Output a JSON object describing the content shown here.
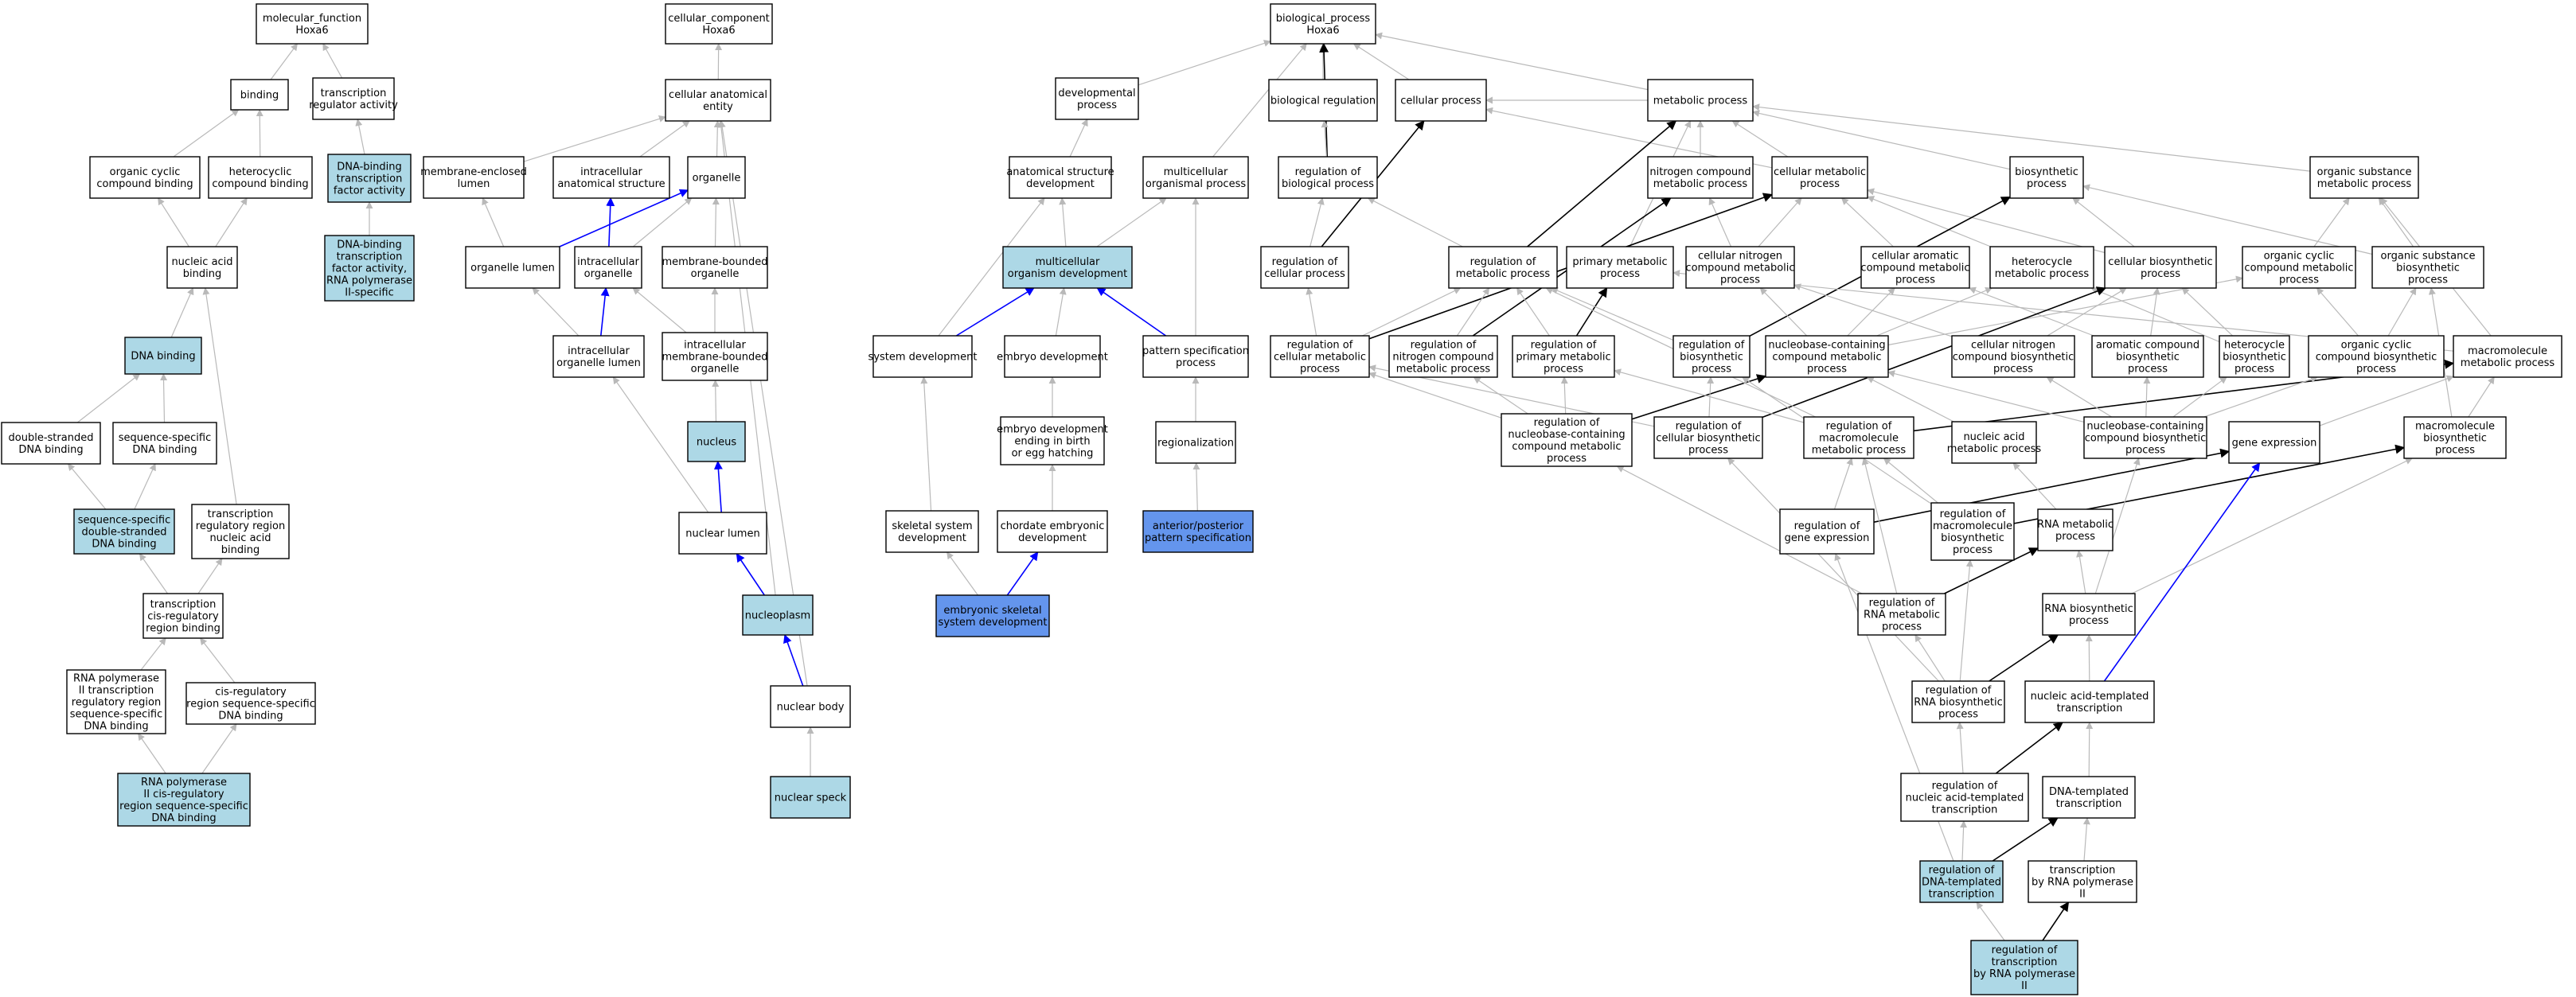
{
  "colors": {
    "plain": "#ffffff",
    "light": "#add8e6",
    "dark": "#6495ed",
    "edge_gray": "#b9b9b9",
    "edge_blue": "#0000ff",
    "edge_black": "#000000"
  },
  "nodes": {
    "mf": {
      "label": [
        "molecular_function",
        "Hoxa6"
      ]
    },
    "binding": {
      "label": [
        "binding"
      ]
    },
    "tra": {
      "label": [
        "transcription",
        "regulator activity"
      ]
    },
    "occb": {
      "label": [
        "organic cyclic",
        "compound binding"
      ]
    },
    "hcb": {
      "label": [
        "heterocyclic",
        "compound binding"
      ]
    },
    "dbtfa": {
      "label": [
        "DNA-binding",
        "transcription",
        "factor activity"
      ],
      "fill": "light"
    },
    "nab": {
      "label": [
        "nucleic acid",
        "binding"
      ]
    },
    "dbtfa2": {
      "label": [
        "DNA-binding",
        "transcription",
        "factor activity,",
        "RNA polymerase",
        "II-specific"
      ],
      "fill": "light"
    },
    "dnab": {
      "label": [
        "DNA binding"
      ],
      "fill": "light"
    },
    "dsdb": {
      "label": [
        "double-stranded",
        "DNA binding"
      ]
    },
    "ssdb": {
      "label": [
        "sequence-specific",
        "DNA binding"
      ]
    },
    "ssdsdb": {
      "label": [
        "sequence-specific",
        "double-stranded",
        "DNA binding"
      ],
      "fill": "light"
    },
    "trrnab": {
      "label": [
        "transcription",
        "regulatory region",
        "nucleic acid",
        "binding"
      ]
    },
    "tcrrb": {
      "label": [
        "transcription",
        "cis-regulatory",
        "region binding"
      ]
    },
    "rp2trr": {
      "label": [
        "RNA polymerase",
        "II transcription",
        "regulatory region",
        "sequence-specific",
        "DNA binding"
      ]
    },
    "crrssdb": {
      "label": [
        "cis-regulatory",
        "region sequence-specific",
        "DNA binding"
      ]
    },
    "rp2cr": {
      "label": [
        "RNA polymerase",
        "II cis-regulatory",
        "region sequence-specific",
        "DNA binding"
      ],
      "fill": "light"
    },
    "cc": {
      "label": [
        "cellular_component",
        "Hoxa6"
      ]
    },
    "cae": {
      "label": [
        "cellular anatomical",
        "entity"
      ]
    },
    "mel": {
      "label": [
        "membrane-enclosed",
        "lumen"
      ]
    },
    "ias": {
      "label": [
        "intracellular",
        "anatomical structure"
      ]
    },
    "organelle": {
      "label": [
        "organelle"
      ]
    },
    "ol": {
      "label": [
        "organelle lumen"
      ]
    },
    "io": {
      "label": [
        "intracellular",
        "organelle"
      ]
    },
    "mbo": {
      "label": [
        "membrane-bounded",
        "organelle"
      ]
    },
    "iol": {
      "label": [
        "intracellular",
        "organelle lumen"
      ]
    },
    "imbo": {
      "label": [
        "intracellular",
        "membrane-bounded",
        "organelle"
      ]
    },
    "nucleus": {
      "label": [
        "nucleus"
      ],
      "fill": "light"
    },
    "nl": {
      "label": [
        "nuclear lumen"
      ]
    },
    "np": {
      "label": [
        "nucleoplasm"
      ],
      "fill": "light"
    },
    "nb": {
      "label": [
        "nuclear body"
      ]
    },
    "ns": {
      "label": [
        "nuclear speck"
      ],
      "fill": "light"
    },
    "bp": {
      "label": [
        "biological_process",
        "Hoxa6"
      ]
    },
    "devp": {
      "label": [
        "developmental",
        "process"
      ]
    },
    "asd": {
      "label": [
        "anatomical structure",
        "development"
      ]
    },
    "mop": {
      "label": [
        "multicellular",
        "organismal process"
      ]
    },
    "mod": {
      "label": [
        "multicellular",
        "organism development"
      ],
      "fill": "light"
    },
    "sd": {
      "label": [
        "system development"
      ]
    },
    "ed": {
      "label": [
        "embryo development"
      ]
    },
    "psp": {
      "label": [
        "pattern specification",
        "process"
      ]
    },
    "edebh": {
      "label": [
        "embryo development",
        "ending in birth",
        "or egg hatching"
      ]
    },
    "reg": {
      "label": [
        "regionalization"
      ]
    },
    "ssd": {
      "label": [
        "skeletal system",
        "development"
      ]
    },
    "ced": {
      "label": [
        "chordate embryonic",
        "development"
      ]
    },
    "app": {
      "label": [
        "anterior/posterior",
        "pattern specification"
      ],
      "fill": "dark"
    },
    "essd": {
      "label": [
        "embryonic skeletal",
        "system development"
      ],
      "fill": "dark"
    },
    "breg": {
      "label": [
        "biological regulation"
      ]
    },
    "rbp": {
      "label": [
        "regulation of",
        "biological process"
      ]
    },
    "cp": {
      "label": [
        "cellular process"
      ]
    },
    "rcp": {
      "label": [
        "regulation of",
        "cellular process"
      ]
    },
    "mp": {
      "label": [
        "metabolic process"
      ]
    },
    "ncmp": {
      "label": [
        "nitrogen compound",
        "metabolic process"
      ]
    },
    "cmp": {
      "label": [
        "cellular metabolic",
        "process"
      ]
    },
    "bsp": {
      "label": [
        "biosynthetic",
        "process"
      ]
    },
    "osmp": {
      "label": [
        "organic substance",
        "metabolic process"
      ]
    },
    "rmp": {
      "label": [
        "regulation of",
        "metabolic process"
      ]
    },
    "pmp": {
      "label": [
        "primary metabolic",
        "process"
      ]
    },
    "cncmp": {
      "label": [
        "cellular nitrogen",
        "compound metabolic",
        "process"
      ]
    },
    "acmp": {
      "label": [
        "cellular aromatic",
        "compound metabolic",
        "process"
      ]
    },
    "hmp": {
      "label": [
        "heterocycle",
        "metabolic process"
      ]
    },
    "cbp": {
      "label": [
        "cellular biosynthetic",
        "process"
      ]
    },
    "occmp": {
      "label": [
        "organic cyclic",
        "compound metabolic",
        "process"
      ]
    },
    "osbp": {
      "label": [
        "organic substance",
        "biosynthetic",
        "process"
      ]
    },
    "rcmp": {
      "label": [
        "regulation of",
        "cellular metabolic",
        "process"
      ]
    },
    "rncmp": {
      "label": [
        "regulation of",
        "nitrogen compound",
        "metabolic process"
      ]
    },
    "rpmp": {
      "label": [
        "regulation of",
        "primary metabolic",
        "process"
      ]
    },
    "rbsp": {
      "label": [
        "regulation of",
        "biosynthetic",
        "process"
      ]
    },
    "nbcmp": {
      "label": [
        "nucleobase-containing",
        "compound metabolic",
        "process"
      ]
    },
    "cncbp": {
      "label": [
        "cellular nitrogen",
        "compound biosynthetic",
        "process"
      ]
    },
    "acbp": {
      "label": [
        "aromatic compound",
        "biosynthetic",
        "process"
      ]
    },
    "hbp": {
      "label": [
        "heterocycle",
        "biosynthetic",
        "process"
      ]
    },
    "occbp": {
      "label": [
        "organic cyclic",
        "compound biosynthetic",
        "process"
      ]
    },
    "mmp": {
      "label": [
        "macromolecule",
        "metabolic process"
      ]
    },
    "rnbcmp": {
      "label": [
        "regulation of",
        "nucleobase-containing",
        "compound metabolic",
        "process"
      ]
    },
    "rcbp": {
      "label": [
        "regulation of",
        "cellular biosynthetic",
        "process"
      ]
    },
    "rmmp": {
      "label": [
        "regulation of",
        "macromolecule",
        "metabolic process"
      ]
    },
    "namp": {
      "label": [
        "nucleic acid",
        "metabolic process"
      ]
    },
    "nbcbp": {
      "label": [
        "nucleobase-containing",
        "compound biosynthetic",
        "process"
      ]
    },
    "ge": {
      "label": [
        "gene expression"
      ]
    },
    "mbp": {
      "label": [
        "macromolecule",
        "biosynthetic",
        "process"
      ]
    },
    "rge": {
      "label": [
        "regulation of",
        "gene expression"
      ]
    },
    "rmbp": {
      "label": [
        "regulation of",
        "macromolecule",
        "biosynthetic",
        "process"
      ]
    },
    "rnamp": {
      "label": [
        "RNA metabolic",
        "process"
      ]
    },
    "rrnamp": {
      "label": [
        "regulation of",
        "RNA metabolic",
        "process"
      ]
    },
    "rnabp": {
      "label": [
        "RNA biosynthetic",
        "process"
      ]
    },
    "rrnabp": {
      "label": [
        "regulation of",
        "RNA biosynthetic",
        "process"
      ]
    },
    "natt": {
      "label": [
        "nucleic acid-templated",
        "transcription"
      ]
    },
    "rnatt": {
      "label": [
        "regulation of",
        "nucleic acid-templated",
        "transcription"
      ]
    },
    "dtt": {
      "label": [
        "DNA-templated",
        "transcription"
      ]
    },
    "rdtt": {
      "label": [
        "regulation of",
        "DNA-templated",
        "transcription"
      ],
      "fill": "light"
    },
    "trp2": {
      "label": [
        "transcription",
        "by RNA polymerase",
        "II"
      ]
    },
    "rtrp2": {
      "label": [
        "regulation of",
        "transcription",
        "by RNA polymerase",
        "II"
      ],
      "fill": "light"
    }
  },
  "edges": [
    [
      "binding",
      "mf",
      "gray"
    ],
    [
      "tra",
      "mf",
      "gray"
    ],
    [
      "occb",
      "binding",
      "gray"
    ],
    [
      "hcb",
      "binding",
      "gray"
    ],
    [
      "dbtfa",
      "tra",
      "gray"
    ],
    [
      "nab",
      "occb",
      "gray"
    ],
    [
      "nab",
      "hcb",
      "gray"
    ],
    [
      "dbtfa2",
      "dbtfa",
      "gray"
    ],
    [
      "dnab",
      "nab",
      "gray"
    ],
    [
      "dsdb",
      "dnab",
      "gray"
    ],
    [
      "ssdb",
      "dnab",
      "gray"
    ],
    [
      "ssdsdb",
      "dsdb",
      "gray"
    ],
    [
      "ssdsdb",
      "ssdb",
      "gray"
    ],
    [
      "trrnab",
      "nab",
      "gray"
    ],
    [
      "tcrrb",
      "ssdsdb",
      "gray"
    ],
    [
      "tcrrb",
      "trrnab",
      "gray"
    ],
    [
      "rp2trr",
      "tcrrb",
      "gray"
    ],
    [
      "crrssdb",
      "tcrrb",
      "gray"
    ],
    [
      "rp2cr",
      "rp2trr",
      "gray"
    ],
    [
      "rp2cr",
      "crrssdb",
      "gray"
    ],
    [
      "cae",
      "cc",
      "gray"
    ],
    [
      "mel",
      "cae",
      "gray"
    ],
    [
      "ias",
      "cae",
      "gray"
    ],
    [
      "organelle",
      "cae",
      "gray"
    ],
    [
      "ol",
      "mel",
      "gray"
    ],
    [
      "ol",
      "organelle",
      "blue"
    ],
    [
      "io",
      "ias",
      "blue"
    ],
    [
      "io",
      "organelle",
      "gray"
    ],
    [
      "mbo",
      "organelle",
      "gray"
    ],
    [
      "iol",
      "ol",
      "gray"
    ],
    [
      "iol",
      "io",
      "blue"
    ],
    [
      "imbo",
      "io",
      "gray"
    ],
    [
      "imbo",
      "mbo",
      "gray"
    ],
    [
      "nucleus",
      "imbo",
      "gray"
    ],
    [
      "nl",
      "iol",
      "gray"
    ],
    [
      "nl",
      "nucleus",
      "blue"
    ],
    [
      "np",
      "nl",
      "blue"
    ],
    [
      "np",
      "cae",
      "gray"
    ],
    [
      "nb",
      "np",
      "blue"
    ],
    [
      "nb",
      "cae",
      "gray"
    ],
    [
      "ns",
      "nb",
      "gray"
    ],
    [
      "devp",
      "bp",
      "gray"
    ],
    [
      "mop",
      "bp",
      "gray"
    ],
    [
      "breg",
      "bp",
      "gray"
    ],
    [
      "rbp",
      "bp",
      "black"
    ],
    [
      "cp",
      "bp",
      "gray"
    ],
    [
      "mp",
      "bp",
      "gray"
    ],
    [
      "asd",
      "devp",
      "gray"
    ],
    [
      "mod",
      "asd",
      "gray"
    ],
    [
      "mod",
      "mop",
      "gray"
    ],
    [
      "sd",
      "asd",
      "gray"
    ],
    [
      "sd",
      "mod",
      "blue"
    ],
    [
      "ed",
      "mod",
      "gray"
    ],
    [
      "psp",
      "mod",
      "blue"
    ],
    [
      "psp",
      "mop",
      "gray"
    ],
    [
      "edebh",
      "ed",
      "gray"
    ],
    [
      "reg",
      "psp",
      "gray"
    ],
    [
      "ssd",
      "sd",
      "gray"
    ],
    [
      "ced",
      "edebh",
      "gray"
    ],
    [
      "app",
      "reg",
      "gray"
    ],
    [
      "essd",
      "ssd",
      "gray"
    ],
    [
      "essd",
      "ced",
      "blue"
    ],
    [
      "rbp",
      "breg",
      "gray"
    ],
    [
      "rcp",
      "rbp",
      "gray"
    ],
    [
      "rcp",
      "cp",
      "black"
    ],
    [
      "mp",
      "cp",
      "gray"
    ],
    [
      "ncmp",
      "mp",
      "gray"
    ],
    [
      "cmp",
      "mp",
      "gray"
    ],
    [
      "cmp",
      "cp",
      "gray"
    ],
    [
      "bsp",
      "mp",
      "gray"
    ],
    [
      "osmp",
      "mp",
      "gray"
    ],
    [
      "rmp",
      "rbp",
      "gray"
    ],
    [
      "rmp",
      "mp",
      "black"
    ],
    [
      "pmp",
      "mp",
      "gray"
    ],
    [
      "cncmp",
      "ncmp",
      "gray"
    ],
    [
      "cncmp",
      "cmp",
      "gray"
    ],
    [
      "acmp",
      "cmp",
      "gray"
    ],
    [
      "hmp",
      "cmp",
      "gray"
    ],
    [
      "cbp",
      "cmp",
      "gray"
    ],
    [
      "cbp",
      "bsp",
      "gray"
    ],
    [
      "occmp",
      "osmp",
      "gray"
    ],
    [
      "osbp",
      "osmp",
      "gray"
    ],
    [
      "osbp",
      "bsp",
      "gray"
    ],
    [
      "rcmp",
      "rcp",
      "gray"
    ],
    [
      "rcmp",
      "rmp",
      "gray"
    ],
    [
      "rcmp",
      "cmp",
      "black"
    ],
    [
      "rncmp",
      "rmp",
      "gray"
    ],
    [
      "rncmp",
      "ncmp",
      "black"
    ],
    [
      "rpmp",
      "rmp",
      "gray"
    ],
    [
      "rpmp",
      "pmp",
      "black"
    ],
    [
      "rbsp",
      "rmp",
      "gray"
    ],
    [
      "rbsp",
      "bsp",
      "black"
    ],
    [
      "nbcmp",
      "cncmp",
      "gray"
    ],
    [
      "nbcmp",
      "acmp",
      "gray"
    ],
    [
      "nbcmp",
      "hmp",
      "gray"
    ],
    [
      "nbcmp",
      "occmp",
      "gray"
    ],
    [
      "cncbp",
      "cncmp",
      "gray"
    ],
    [
      "cncbp",
      "cbp",
      "gray"
    ],
    [
      "acbp",
      "acmp",
      "gray"
    ],
    [
      "acbp",
      "cbp",
      "gray"
    ],
    [
      "hbp",
      "hmp",
      "gray"
    ],
    [
      "hbp",
      "cbp",
      "gray"
    ],
    [
      "occbp",
      "occmp",
      "gray"
    ],
    [
      "occbp",
      "osbp",
      "gray"
    ],
    [
      "mmp",
      "osmp",
      "gray"
    ],
    [
      "mmp",
      "pmp",
      "gray"
    ],
    [
      "rnbcmp",
      "rcmp",
      "gray"
    ],
    [
      "rnbcmp",
      "rncmp",
      "gray"
    ],
    [
      "rnbcmp",
      "rpmp",
      "gray"
    ],
    [
      "rnbcmp",
      "nbcmp",
      "black"
    ],
    [
      "rcbp",
      "rcmp",
      "gray"
    ],
    [
      "rcbp",
      "rbsp",
      "gray"
    ],
    [
      "rcbp",
      "cbp",
      "black"
    ],
    [
      "rmmp",
      "rmp",
      "gray"
    ],
    [
      "rmmp",
      "rpmp",
      "gray"
    ],
    [
      "rmmp",
      "mmp",
      "black"
    ],
    [
      "namp",
      "nbcmp",
      "gray"
    ],
    [
      "nbcbp",
      "nbcmp",
      "gray"
    ],
    [
      "nbcbp",
      "cncbp",
      "gray"
    ],
    [
      "nbcbp",
      "acbp",
      "gray"
    ],
    [
      "nbcbp",
      "hbp",
      "gray"
    ],
    [
      "nbcbp",
      "occbp",
      "gray"
    ],
    [
      "ge",
      "mmp",
      "gray"
    ],
    [
      "mbp",
      "mmp",
      "gray"
    ],
    [
      "mbp",
      "osbp",
      "gray"
    ],
    [
      "rge",
      "rmmp",
      "gray"
    ],
    [
      "rge",
      "ge",
      "black"
    ],
    [
      "rmbp",
      "rmmp",
      "gray"
    ],
    [
      "rmbp",
      "rbsp",
      "gray"
    ],
    [
      "rmbp",
      "mbp",
      "black"
    ],
    [
      "rnamp",
      "namp",
      "gray"
    ],
    [
      "rrnamp",
      "rnbcmp",
      "gray"
    ],
    [
      "rrnamp",
      "rmmp",
      "gray"
    ],
    [
      "rrnamp",
      "rnamp",
      "black"
    ],
    [
      "rnabp",
      "rnamp",
      "gray"
    ],
    [
      "rnabp",
      "nbcbp",
      "gray"
    ],
    [
      "rnabp",
      "mbp",
      "gray"
    ],
    [
      "rrnabp",
      "rrnamp",
      "gray"
    ],
    [
      "rrnabp",
      "rmbp",
      "gray"
    ],
    [
      "rrnabp",
      "rcbp",
      "gray"
    ],
    [
      "rrnabp",
      "rnabp",
      "black"
    ],
    [
      "natt",
      "rnabp",
      "gray"
    ],
    [
      "natt",
      "ge",
      "blue"
    ],
    [
      "rnatt",
      "rrnabp",
      "gray"
    ],
    [
      "rnatt",
      "natt",
      "black"
    ],
    [
      "dtt",
      "natt",
      "gray"
    ],
    [
      "rdtt",
      "rnatt",
      "gray"
    ],
    [
      "rdtt",
      "dtt",
      "black"
    ],
    [
      "rdtt",
      "rge",
      "gray"
    ],
    [
      "trp2",
      "dtt",
      "gray"
    ],
    [
      "rtrp2",
      "rdtt",
      "gray"
    ],
    [
      "rtrp2",
      "trp2",
      "black"
    ]
  ]
}
